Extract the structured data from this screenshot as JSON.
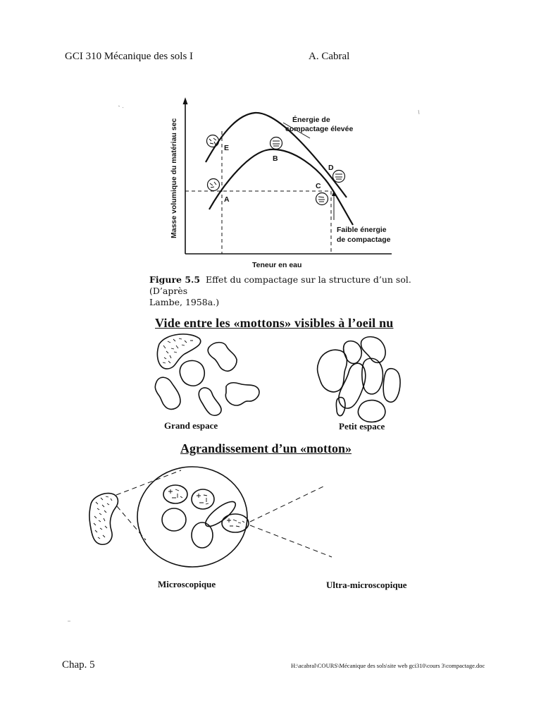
{
  "header": {
    "left": "GCI 310 Mécanique des sols I",
    "right": "A. Cabral"
  },
  "figure": {
    "ylabel": "Masse volumique du matériau sec",
    "xlabel": "Teneur en eau",
    "high_energy_label_1": "Énergie de",
    "high_energy_label_2": "compactage élevée",
    "low_energy_label_1": "Faible énergie",
    "low_energy_label_2": "de compactage",
    "points": {
      "A": "A",
      "B": "B",
      "C": "C",
      "D": "D",
      "E": "E"
    },
    "caption_num": "Figure 5.5",
    "caption_text": "Effet du compactage sur la structure d’un sol. (D’après",
    "caption_text2": "Lambe, 1958a.)"
  },
  "section1": {
    "title": "Vide entre les «mottons» visibles à l’oeil nu",
    "label_left": "Grand espace",
    "label_right": "Petit espace"
  },
  "section2": {
    "title": "Agrandissement d’un «motton»",
    "label_left": "Microscopique",
    "label_right": "Ultra-microscopique"
  },
  "footer": {
    "left": "Chap. 5",
    "right": "H:\\acabral\\COURS\\Mécanique des sols\\site web gci310\\cours 3\\compactage.doc"
  }
}
